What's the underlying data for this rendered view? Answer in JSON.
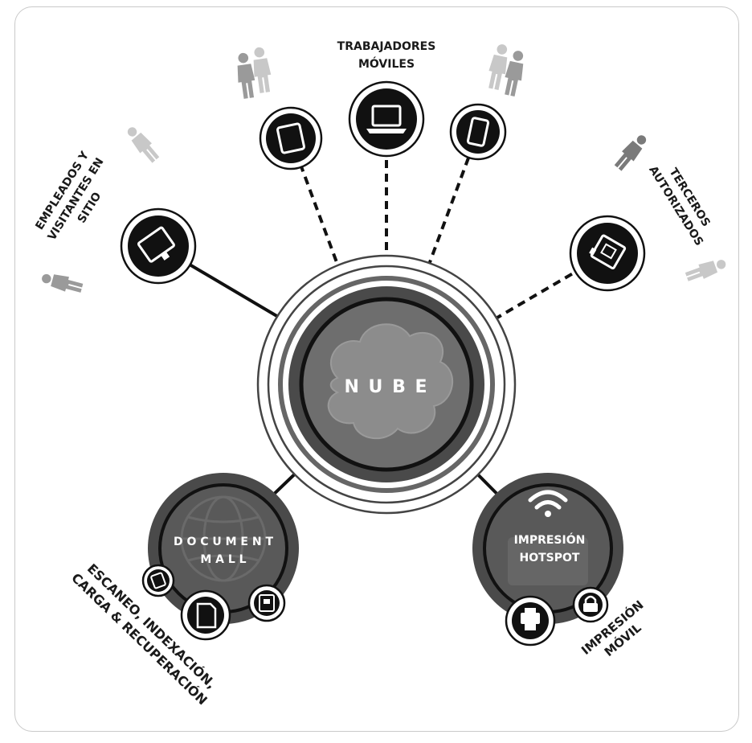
{
  "center": {
    "label": "N U B E"
  },
  "groups": {
    "mobile_workers": {
      "line1": "TRABAJADORES",
      "line2": "MÓVILES"
    },
    "onsite": {
      "line1": "EMPLEADOS Y",
      "line2": "VISITANTES EN",
      "line3": "SITIO"
    },
    "third_parties": {
      "line1": "TERCEROS",
      "line2": "AUTORIZADOS"
    }
  },
  "document_mall": {
    "line1": "D O C U M E N T",
    "line2": "M A L L",
    "caption1": "ESCANEO, INDEXACIÓN,",
    "caption2": "CARGA & RECUPERACIÓN"
  },
  "hotspot": {
    "line1": "IMPRESIÓN",
    "line2": "HOTSPOT",
    "caption1": "IMPRESIÓN",
    "caption2": "MÓVIL"
  },
  "colors": {
    "dark_ring": "#4a4a4a",
    "cloud_gray": "#8c8c8c",
    "black": "#111111",
    "person_light": "#c8c8c8",
    "person_mid": "#9a9a9a",
    "person_dark": "#7a7a7a"
  }
}
